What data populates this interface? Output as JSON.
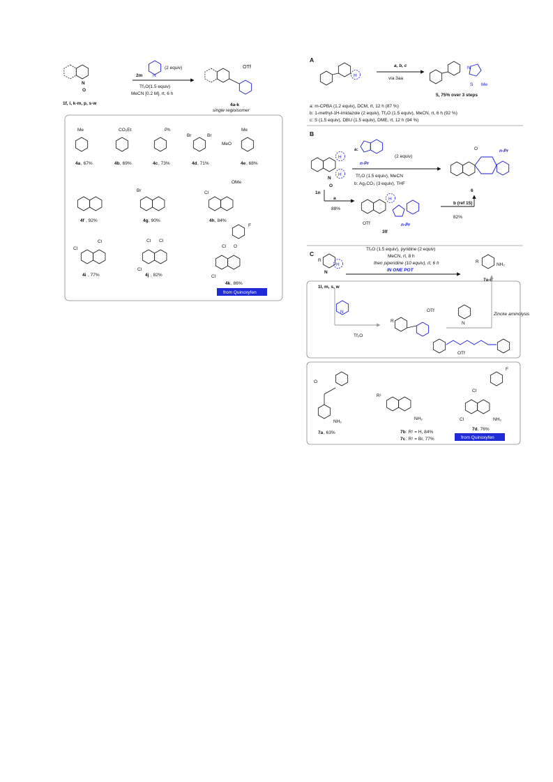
{
  "left": {
    "reaction": {
      "reagent_id": "2m",
      "reagent_equiv": "(2 equiv)",
      "condition1": "Tf₂O(1.5 equiv)",
      "condition2": "MeCN [0.2 M], rt, 6 h",
      "start_label": "1f, i, k-m, p, s-w",
      "product_label": "4a-k",
      "product_note": "single regioisomer",
      "counterion": "OTf",
      "n_plus": "N",
      "n_o": "N",
      "o_label": "O"
    },
    "products": [
      {
        "id": "4a",
        "yield": ", 67%",
        "sub": "Me"
      },
      {
        "id": "4b",
        "yield": ", 69%",
        "sub": "CO₂Et"
      },
      {
        "id": "4c",
        "yield": ", 73%",
        "sub": "Ph"
      },
      {
        "id": "4d",
        "yield": ", 71%",
        "sub": "Br"
      },
      {
        "id": "4e",
        "yield": ", 68%",
        "sub": "Me"
      },
      {
        "id": "4f",
        "yield": ", 92%"
      },
      {
        "id": "4g",
        "yield": ", 90%",
        "sub": "Br"
      },
      {
        "id": "4h",
        "yield": ", 84%",
        "sub": "OMe",
        "sub2": "Cl"
      },
      {
        "id": "4i",
        "yield": ", 77%",
        "sub": "Cl"
      },
      {
        "id": "4j",
        "yield": ", 82%",
        "sub": "Cl"
      },
      {
        "id": "4k",
        "yield": ", 86%",
        "sub": "F",
        "sub2": "Cl"
      }
    ],
    "extra_labels": {
      "br2": "Br",
      "meo": "MeO",
      "cl": "Cl",
      "o": "O",
      "n": "N"
    },
    "badge": "from Quinoxyfen"
  },
  "A": {
    "label": "A",
    "arrow_top": "a, b, c",
    "arrow_bottom": "via 3aa",
    "product": "5, 75% over 3 steps",
    "h": "H",
    "me": "Me",
    "s": "S",
    "n": "N",
    "conditions": [
      "a: m-CPBA (1.2 equiv), DCM, rt, 12 h (87 %)",
      "b: 1-methyl-1H-imidazole (2 equiv), Tf₂O (1.5 equiv),  MeCN, rt, 6 h (92 %)",
      "c: S (1.5 equiv), DBU (1.5 equiv), DME, rt, 12 h (94 %)"
    ]
  },
  "B": {
    "label": "B",
    "start": "1n",
    "reagent_label": "a:",
    "reagent_equiv": "(2 equiv)",
    "npr": "n-Pr",
    "cond_a": "Tf₂O (1.5 equiv),  MeCN",
    "cond_b": "b: Ag₂CO₃ (3 equiv), THF",
    "product": "6",
    "intermediate": "3lf",
    "otf": "OTf",
    "step_a": "a",
    "yield_a": "88%",
    "step_b": "b (ref 15)",
    "yield_b": "82%",
    "h": "H",
    "o": "O",
    "n": "N"
  },
  "C": {
    "label": "C",
    "cond1": "Tf₂O (1.5 equiv), pyridine (2 equiv)",
    "cond2": "MeCN, rt, 8 h",
    "cond3": "then piperidine (10 equiv), rt, 6 h",
    "cond4": "IN ONE POT",
    "start": "1l, m, s, w",
    "product": "7a-d",
    "nh2": "NH₂",
    "r": "R",
    "h": "H",
    "tf2o": "Tf₂O",
    "otf": "OTf",
    "zincke": "Zincke aminolysis",
    "n": "N",
    "products": [
      {
        "id": "7a",
        "yield": ", 63%"
      },
      {
        "id": "7b",
        "yield": ": R¹ = H, 84%"
      },
      {
        "id": "7c",
        "yield": ": R¹ = Br, 77%"
      },
      {
        "id": "7d",
        "yield": ", 76%"
      }
    ],
    "sub_labels": {
      "o": "O",
      "r1": "R¹",
      "cl": "Cl",
      "f": "F"
    },
    "badge": "from Quinoxyfen"
  }
}
